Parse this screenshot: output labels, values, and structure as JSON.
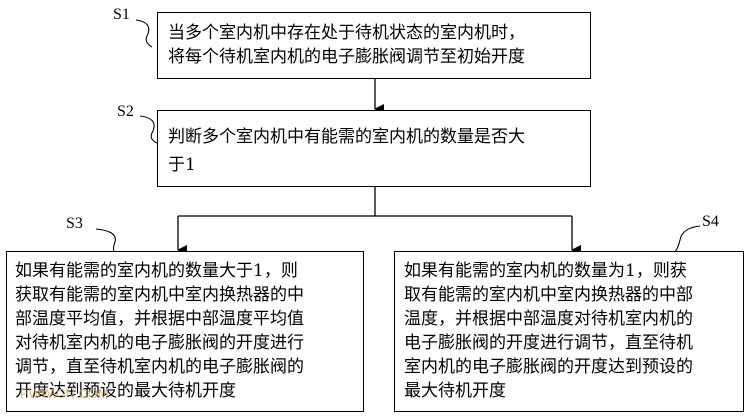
{
  "steps": {
    "s1": {
      "label": "S1",
      "text": "当多个室内机中存在处于待机状态的室内机时，\n将每个待机室内机的电子膨胀阀调节至初始开度"
    },
    "s2": {
      "label": "S2",
      "text": "判断多个室内机中有能需的室内机的数量是否大\n于1"
    },
    "s3": {
      "label": "S3",
      "text": "如果有能需的室内机的数量大于1，则\n获取有能需的室内机中室内换热器的中\n部温度平均值，并根据中部温度平均值\n对待机室内机的电子膨胀阀的开度进行\n调节，直至待机室内机的电子膨胀阀的\n开度达到预设的最大待机开度"
    },
    "s4": {
      "label": "S4",
      "text": "如果有能需的室内机的数量为1，则获\n取有能需的室内机中室内换热器的中部\n温度，并根据中部温度对待机室内机的\n电子膨胀阀的开度进行调节，直至待机\n室内机的电子膨胀阀的开度达到预设的\n最大待机开度"
    }
  },
  "watermark": "PWW.CN.COM"
}
